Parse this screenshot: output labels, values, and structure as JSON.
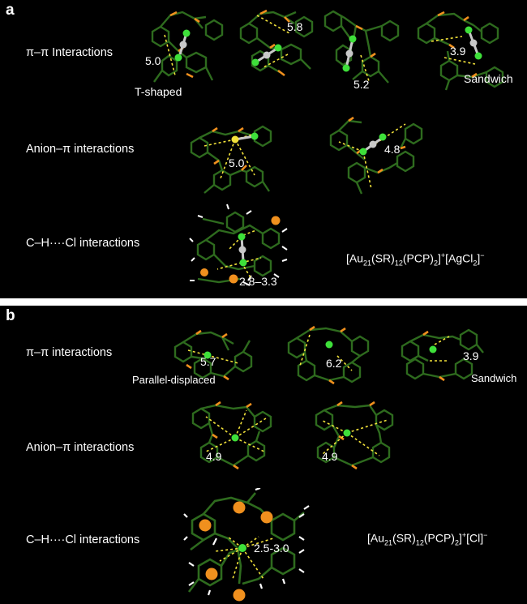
{
  "panels": {
    "a": {
      "label": "a",
      "rows": {
        "pi": "π–π Interactions",
        "anion": "Anion–π interactions",
        "ch": "C–H····Cl interactions"
      },
      "distances": {
        "d1": "5.0",
        "d2": "5.8",
        "d3": "5.2",
        "d4": "3.9",
        "anion1": "5.0",
        "anion2": "4.8",
        "ch": "2.8–3.3"
      },
      "annotations": {
        "tshaped": "T-shaped",
        "sandwich": "Sandwich"
      },
      "formula": {
        "au": "[Au",
        "au_n": "21",
        "sr": "(SR)",
        "sr_n": "12",
        "pcp": "(PCP)",
        "pcp_n": "2",
        "close": "]",
        "plus": "+",
        "ag": "[AgCl",
        "ag_n": "2",
        "close2": "]",
        "minus": "−"
      }
    },
    "b": {
      "label": "b",
      "rows": {
        "pi": "π–π interactions",
        "anion": "Anion–π interactions",
        "ch": "C–H····Cl interactions"
      },
      "distances": {
        "d1": "5.7",
        "d2": "6.2",
        "d3": "3.9",
        "anion1": "4.9",
        "anion2": "4.9",
        "ch": "2.5-3.0"
      },
      "annotations": {
        "parallel": "Parallel-displaced",
        "sandwich": "Sandwich"
      },
      "formula": {
        "au": "[Au",
        "au_n": "21",
        "sr": "(SR)",
        "sr_n": "12",
        "pcp": "(PCP)",
        "pcp_n": "2",
        "close": "]",
        "plus": "+",
        "cl": "[Cl]",
        "minus": "−"
      }
    }
  },
  "colors": {
    "bond": "#2e6b1e",
    "phosphorus": "#f0901e",
    "chlorine": "#3ee03a",
    "silver": "#c8c8c8",
    "contact": "#f2e23a",
    "hydrogen": "#ffffff",
    "background": "#000000"
  }
}
